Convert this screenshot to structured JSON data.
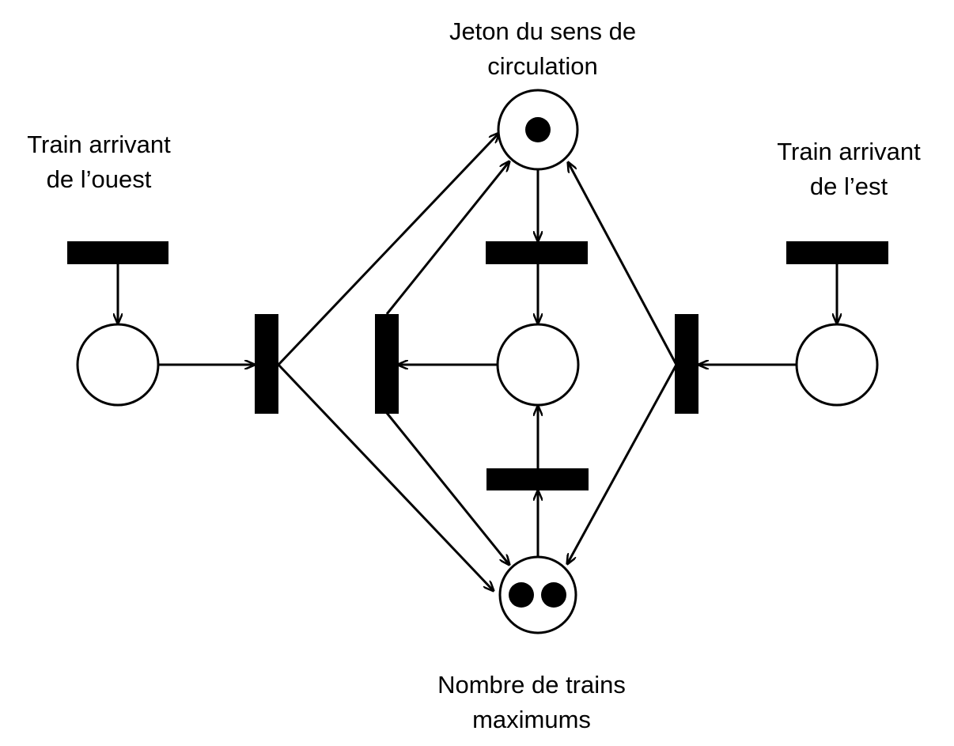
{
  "labels": {
    "direction_token": {
      "line1": "Jeton du sens de",
      "line2": "circulation"
    },
    "train_west": {
      "line1": "Train arrivant",
      "line2": "de l’ouest"
    },
    "train_east": {
      "line1": "Train arrivant",
      "line2": "de l’est"
    },
    "max_trains": {
      "line1": "Nombre de trains",
      "line2": "maximums"
    }
  },
  "places": [
    {
      "id": "direction",
      "tokens": 1
    },
    {
      "id": "west",
      "tokens": 0
    },
    {
      "id": "center",
      "tokens": 0
    },
    {
      "id": "east",
      "tokens": 0
    },
    {
      "id": "capacity",
      "tokens": 2
    }
  ],
  "colors": {
    "stroke": "#000000",
    "fill": "#ffffff"
  }
}
